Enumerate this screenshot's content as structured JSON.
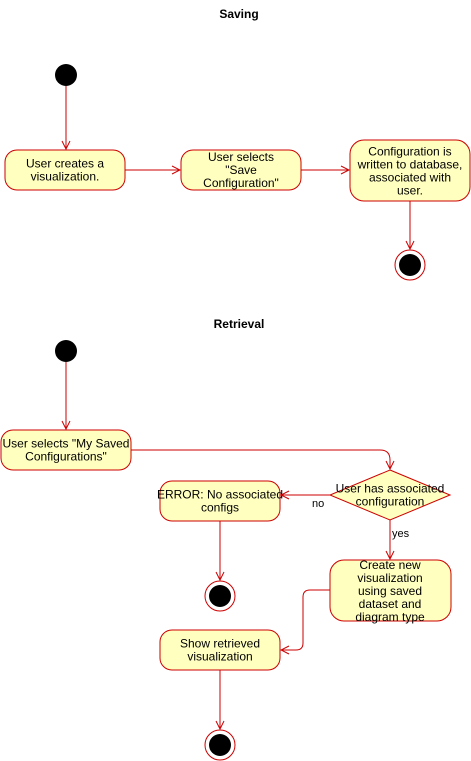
{
  "colors": {
    "fill": "#ffffc0",
    "stroke": "#cc0000",
    "node_dot": "#000000",
    "text": "#000000"
  },
  "saving": {
    "title": "Saving",
    "create_visualization": "User creates a visualization.",
    "select_save": "User selects \"Save Configuration\"",
    "written_to_db": "Configuration is written to database, associated with user."
  },
  "retrieval": {
    "title": "Retrieval",
    "select_my_saved": "User selects \"My Saved Configurations\"",
    "has_config_decision": "User has associated configuration",
    "error": "ERROR: No associated configs",
    "create_new": "Create new visualization using saved dataset and diagram type",
    "show_retrieved": "Show retrieved visualization",
    "label_no": "no",
    "label_yes": "yes"
  }
}
